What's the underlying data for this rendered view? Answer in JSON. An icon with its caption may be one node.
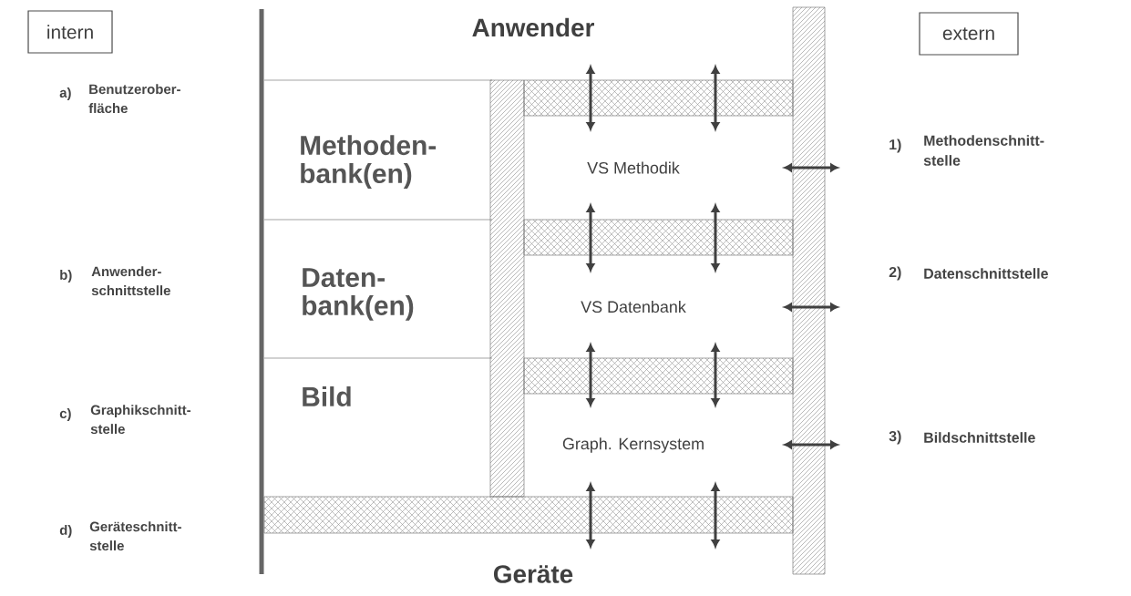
{
  "diagram": {
    "nodes": [
      {
        "text": [
          "intern"
        ]
      },
      {
        "text": [
          "extern"
        ]
      },
      {
        "text": [
          "VS Methodik"
        ]
      },
      {
        "text": [
          "VS Datenbank"
        ]
      },
      {
        "text": [
          "Graph. Kernsystem"
        ]
      }
    ],
    "labels": [
      "Anwender",
      "a)",
      "Benutzerober- fläche",
      "Methoden- bank(en)",
      "1)",
      "Methodenschnitt- stelle",
      "b)",
      "Anwender- schnittstelle",
      "Daten- bank(en)",
      "2)",
      "Datenschnittstelle",
      "c)",
      "Graphikschnitt- stelle",
      "Bild",
      "3)",
      "Bildschnittstelle",
      "d)",
      "Geräteschnitt- stelle",
      "Geräte"
    ]
  }
}
